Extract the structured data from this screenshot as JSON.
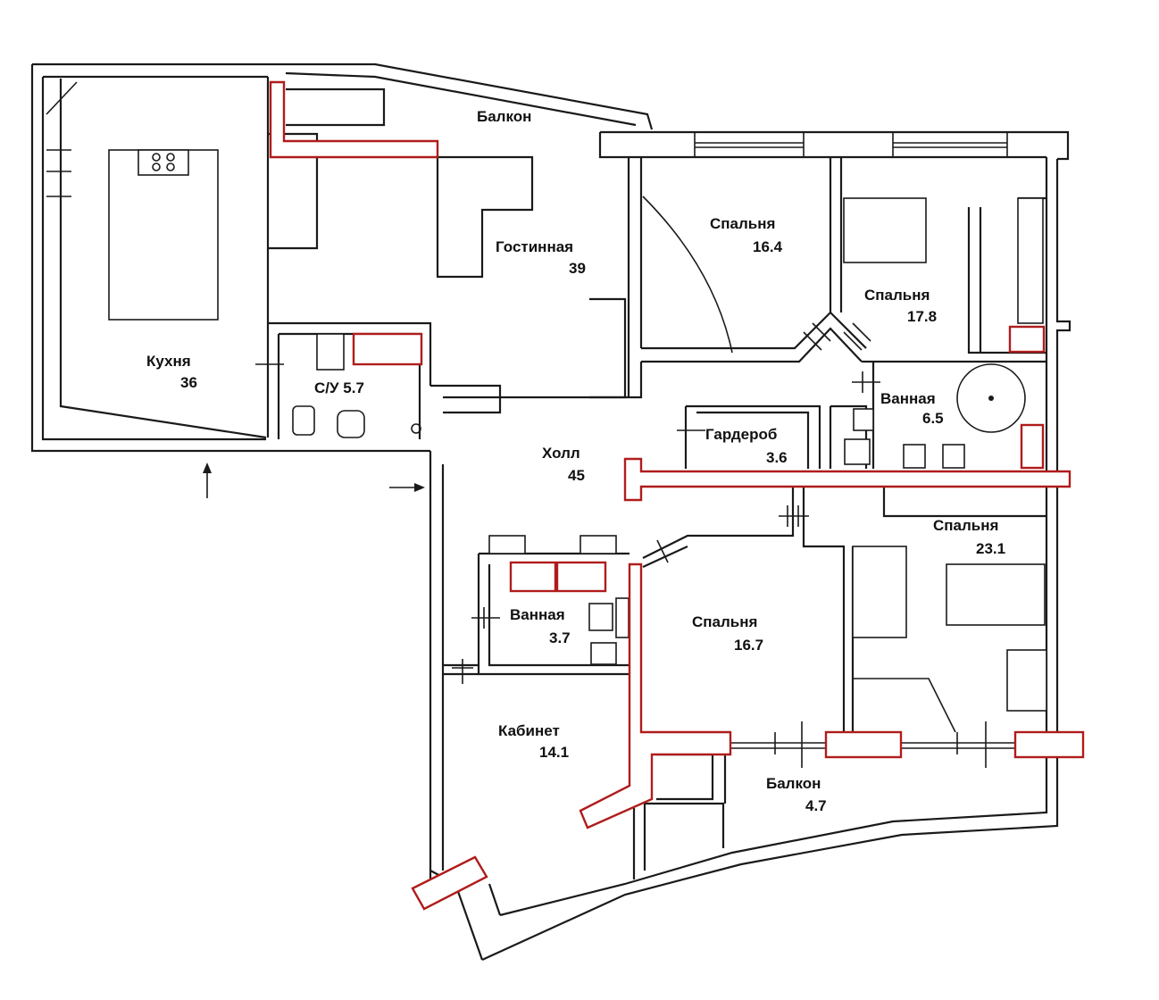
{
  "rooms": [
    {
      "id": "balkon-top",
      "name": "Балкон",
      "area": ""
    },
    {
      "id": "gostinnaya",
      "name": "Гостинная",
      "area": "39"
    },
    {
      "id": "kukhnya",
      "name": "Кухня",
      "area": "36"
    },
    {
      "id": "su",
      "name": "С/У 5.7",
      "area": ""
    },
    {
      "id": "spalnya-164",
      "name": "Спальня",
      "area": "16.4"
    },
    {
      "id": "spalnya-178",
      "name": "Спальня",
      "area": "17.8"
    },
    {
      "id": "vannaya-65",
      "name": "Ванная",
      "area": "6.5"
    },
    {
      "id": "garderob",
      "name": "Гардероб",
      "area": "3.6"
    },
    {
      "id": "holl",
      "name": "Холл",
      "area": "45"
    },
    {
      "id": "spalnya-231",
      "name": "Спальня",
      "area": "23.1"
    },
    {
      "id": "vannaya-37",
      "name": "Ванная",
      "area": "3.7"
    },
    {
      "id": "spalnya-167",
      "name": "Спальня",
      "area": "16.7"
    },
    {
      "id": "kabinet",
      "name": "Кабинет",
      "area": "14.1"
    },
    {
      "id": "balkon-bottom",
      "name": "Балкон",
      "area": "4.7"
    }
  ]
}
